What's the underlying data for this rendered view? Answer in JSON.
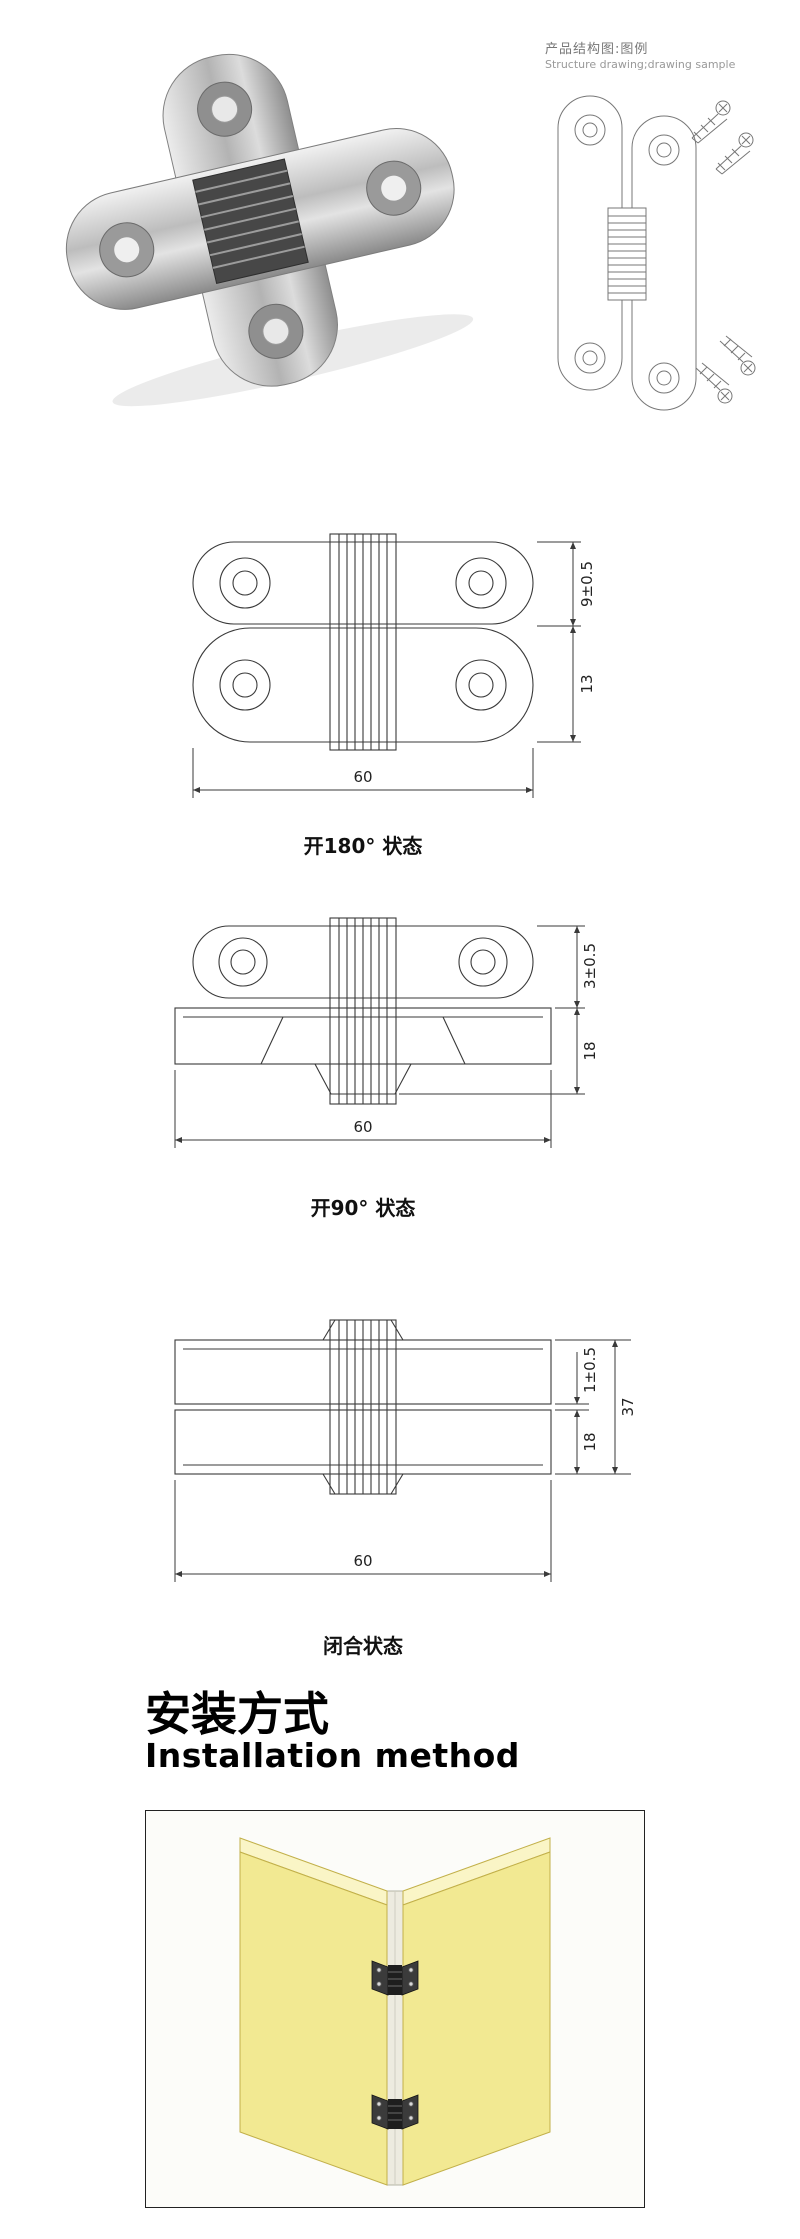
{
  "header": {
    "title_cn": "产品结构图:图例",
    "title_en": "Structure drawing;drawing sample"
  },
  "drawings": [
    {
      "caption": "开180° 状态",
      "dim_top": "9±0.5",
      "dim_bottom": "13",
      "dim_width": "60"
    },
    {
      "caption": "开90° 状态",
      "dim_top": "3±0.5",
      "dim_bottom": "18",
      "dim_width": "60"
    },
    {
      "caption": "闭合状态",
      "dim_gap": "1±0.5",
      "dim_overall": "37",
      "dim_bottom": "18",
      "dim_width": "60"
    }
  ],
  "installation": {
    "title_cn": "安装方式",
    "title_en": "Installation method",
    "panel_color": "#F2E992",
    "panel_top_color": "#FAF5C6",
    "hinge_color": "#3b3b3b"
  },
  "line_color": "#3a3a3a"
}
